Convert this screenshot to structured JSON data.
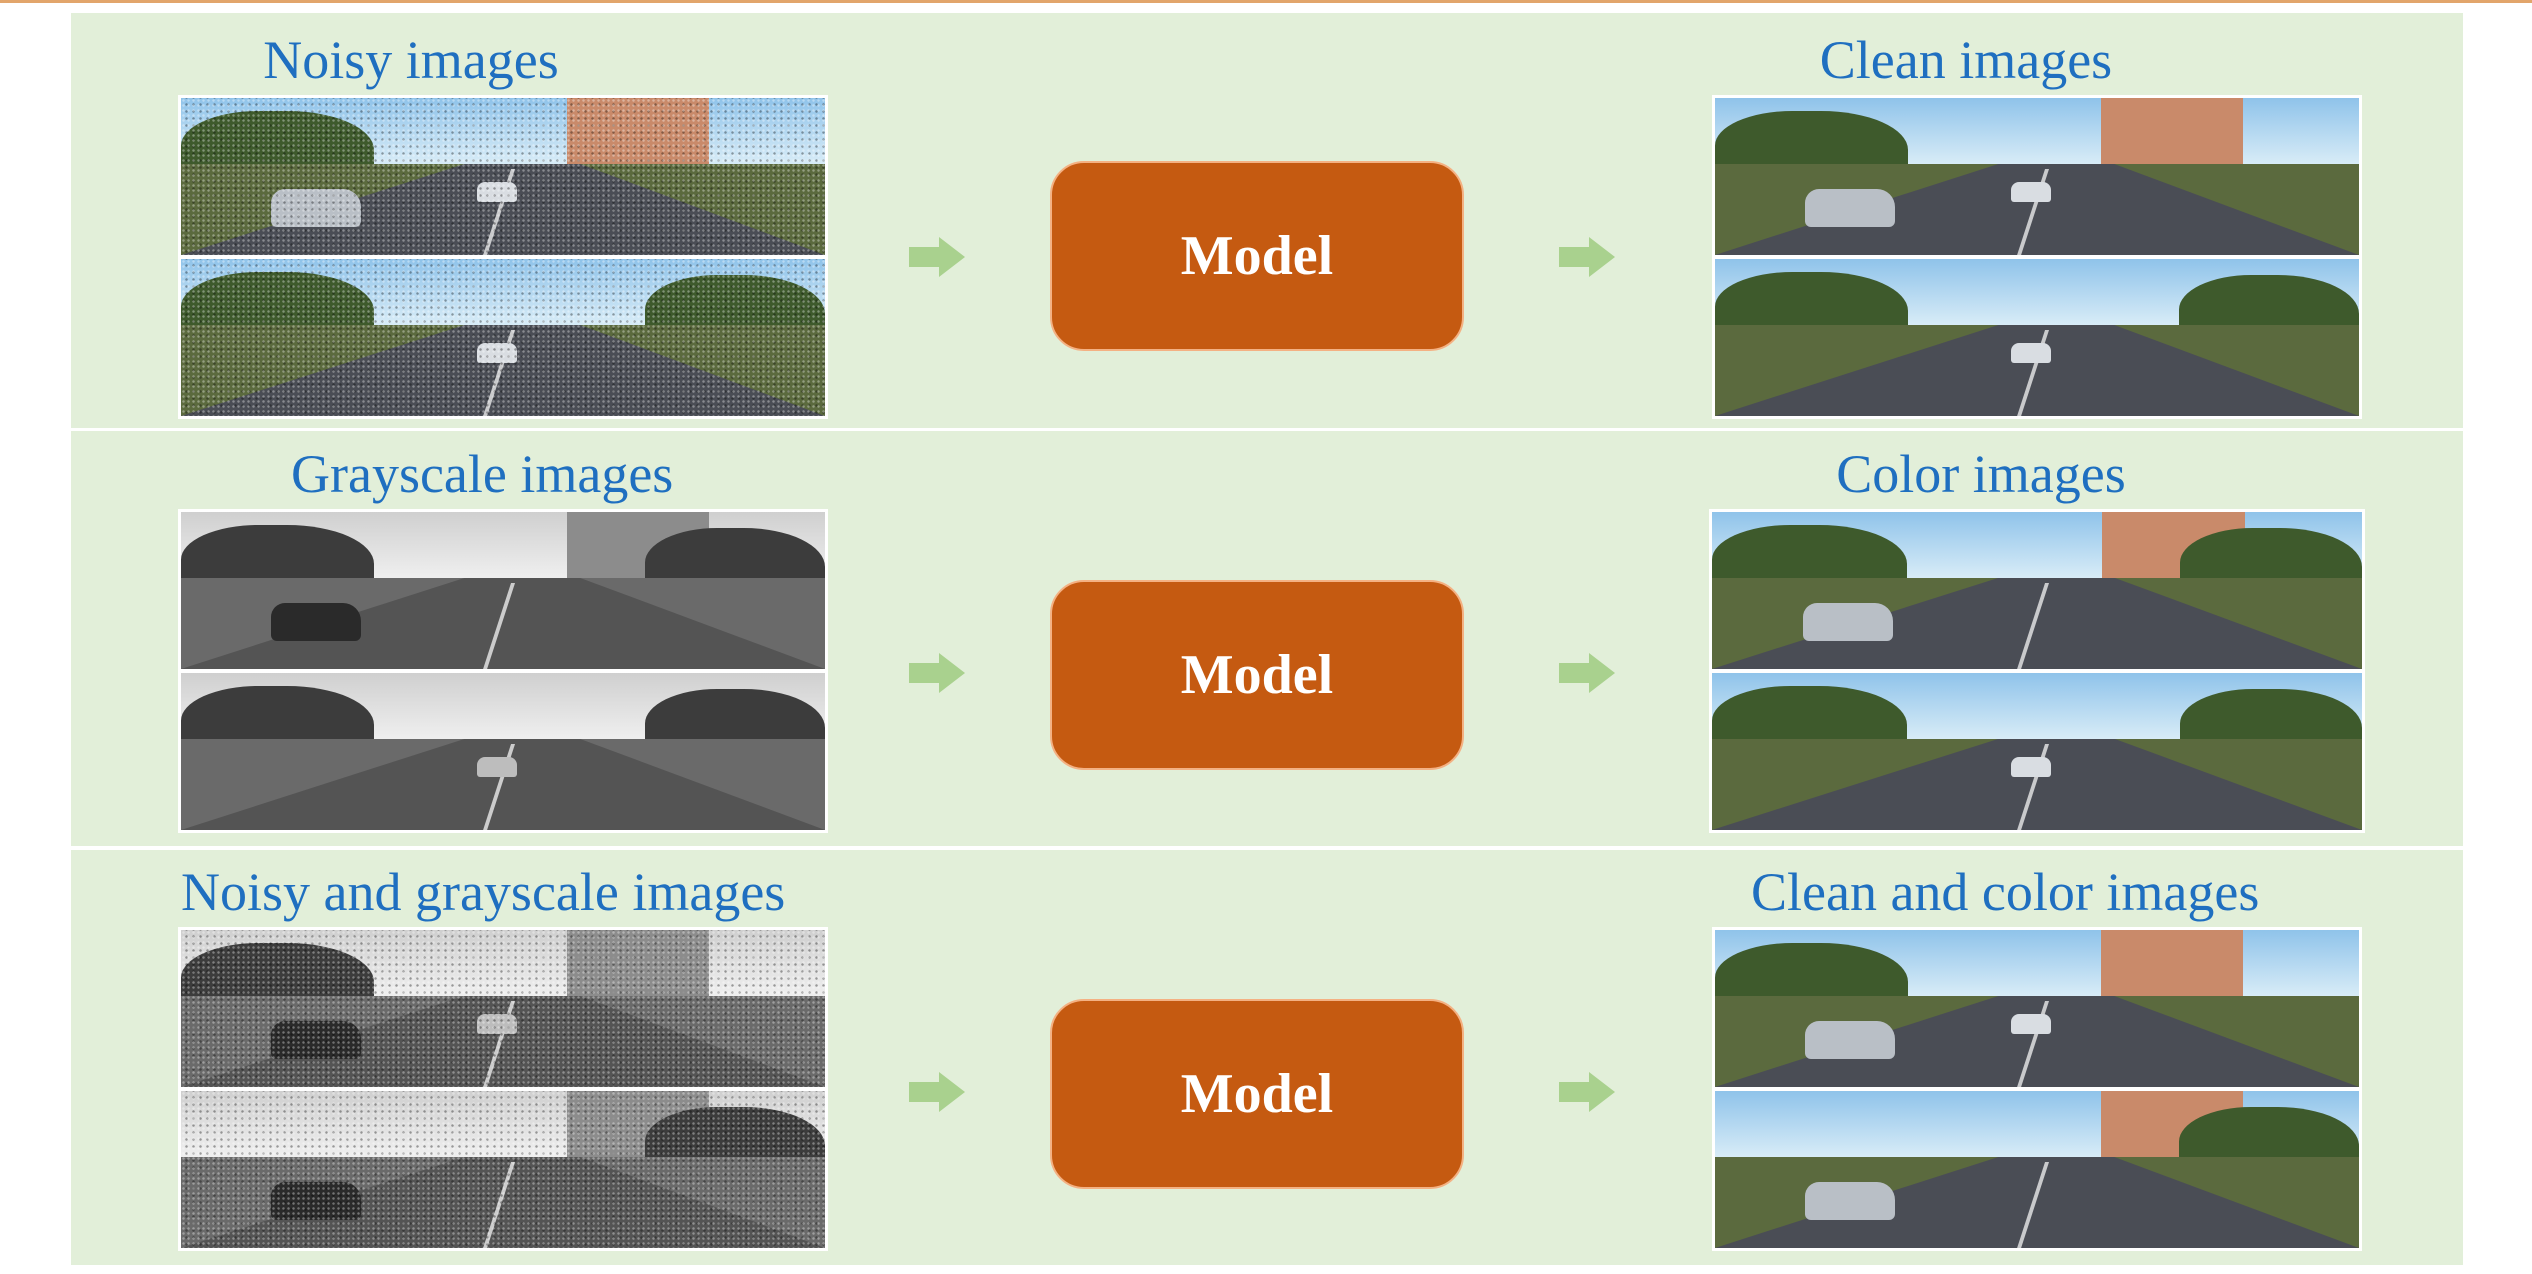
{
  "rows": [
    {
      "input_label": "Noisy images",
      "model_label": "Model",
      "output_label": "Clean images"
    },
    {
      "input_label": "Grayscale images",
      "model_label": "Model",
      "output_label": "Color images"
    },
    {
      "input_label": "Noisy and grayscale images",
      "model_label": "Model",
      "output_label": "Clean and color images"
    }
  ],
  "colors": {
    "panel_background": "#e2efd9",
    "label_text": "#1f6fc0",
    "model_box": "#c55a11",
    "model_border": "#f4b183",
    "arrow": "#a9d18e",
    "top_rule": "#e2a56b"
  },
  "icons": {
    "arrow": "right-arrow-icon"
  }
}
